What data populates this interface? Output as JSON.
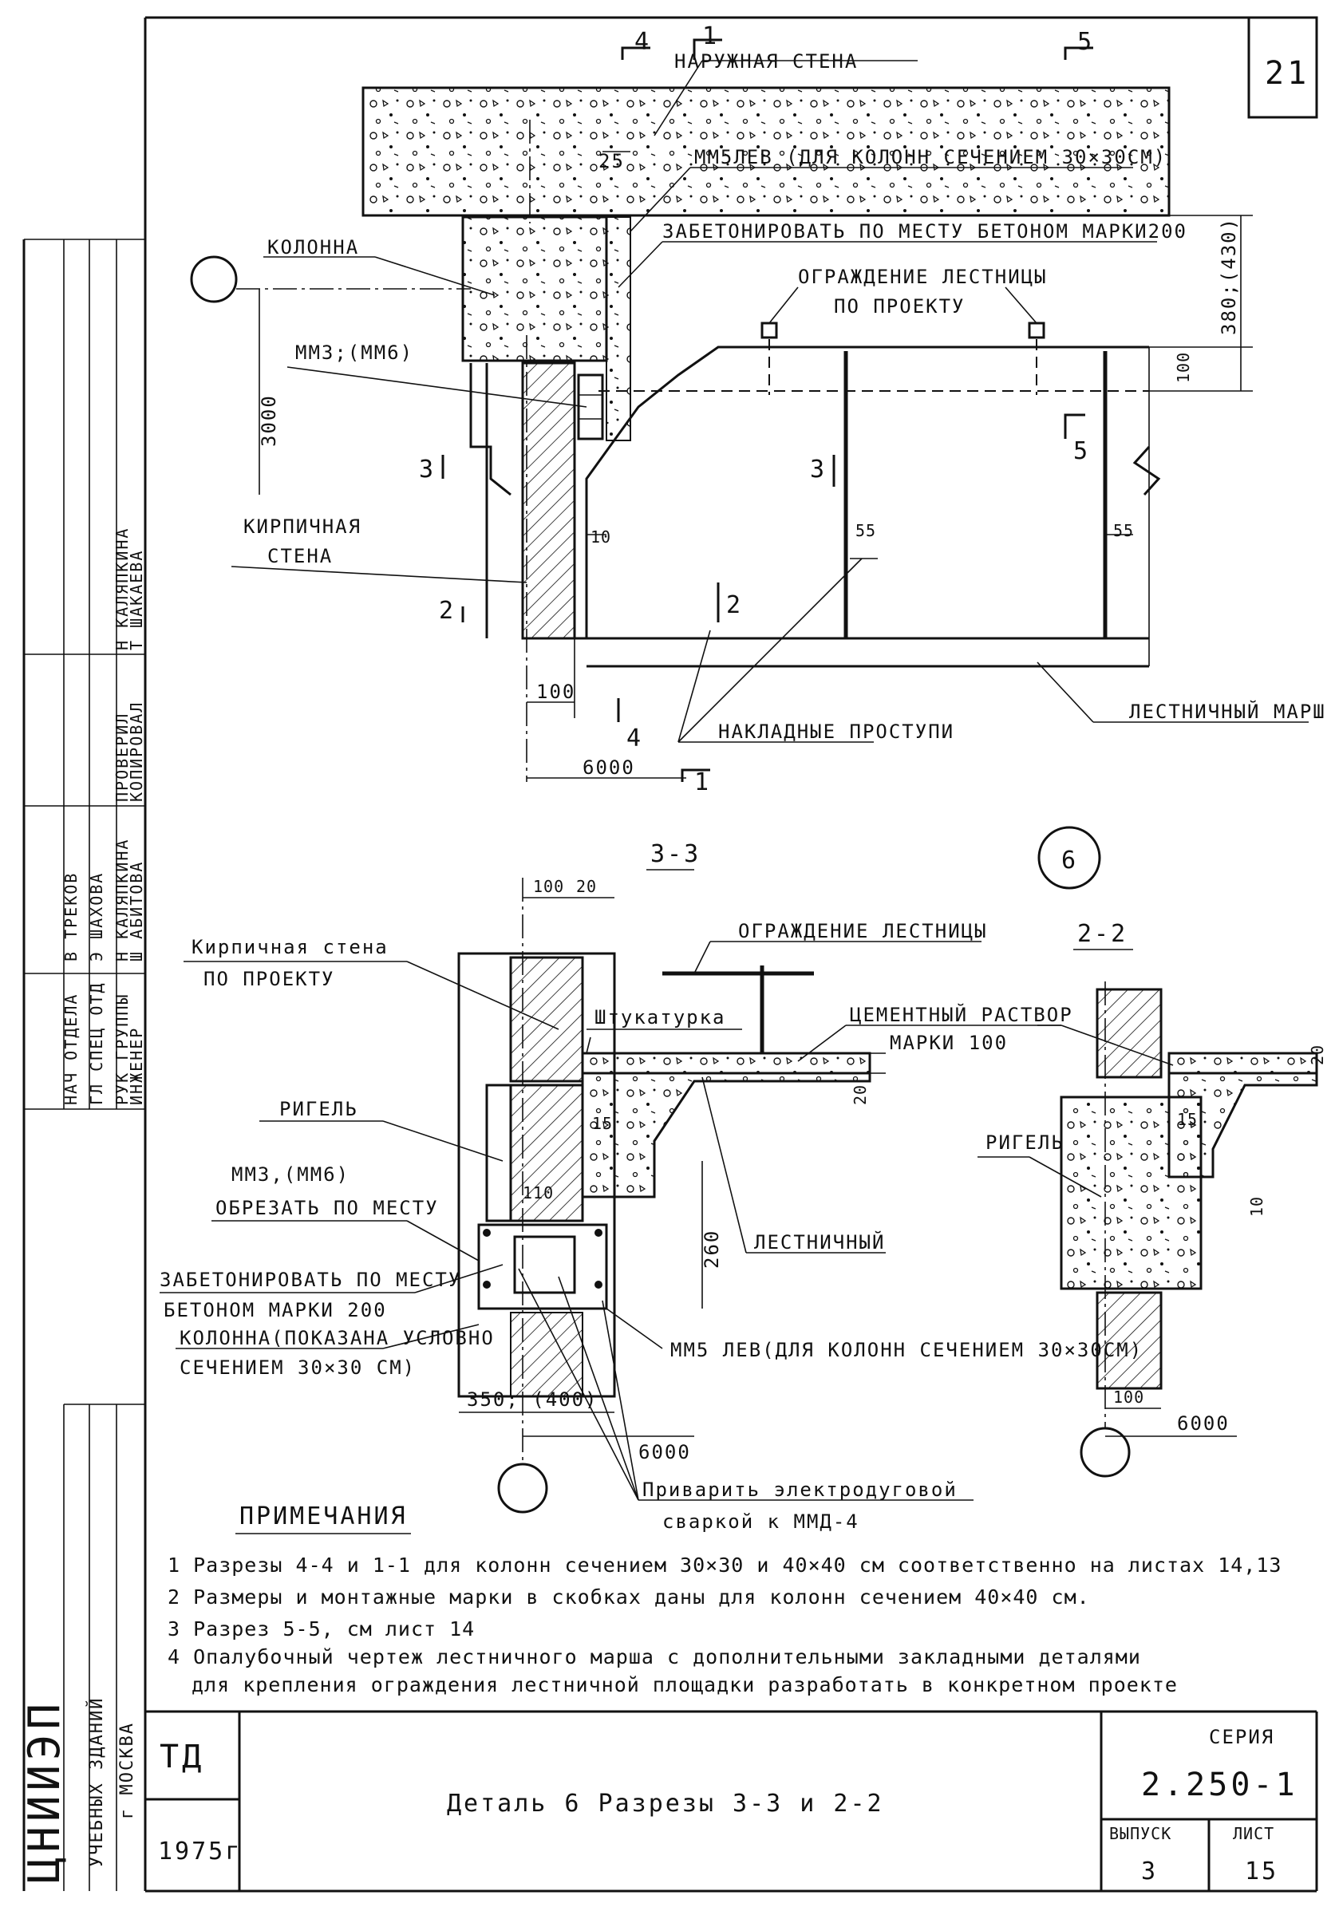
{
  "sheet_corner_number": "21",
  "plan": {
    "section_marks": [
      "4",
      "1",
      "5",
      "3",
      "3",
      "5",
      "2",
      "2",
      "4",
      "1"
    ],
    "labels": {
      "outer_wall": "НАРУЖНАЯ СТЕНА",
      "mm5": "ММ5ЛЕВ (ДЛЯ КОЛОНН СЕЧЕНИЕМ 30×30СМ)",
      "column": "КОЛОННА",
      "concrete_fill": "ЗАБЕТОНИРОВАТЬ ПО МЕСТУ БЕТОНОМ МАРКИ200",
      "railing_1": "ОГРАЖДЕНИЕ ЛЕСТНИЦЫ",
      "railing_2": "ПО ПРОЕКТУ",
      "mm3": "ММ3;(ММ6)",
      "brick_wall_1": "КИРПИЧНАЯ",
      "brick_wall_2": "СТЕНА",
      "stair_flight": "ЛЕСТНИЧНЫЙ МАРШ",
      "treads": "НАКЛАДНЫЕ ПРОСТУПИ"
    },
    "dimensions": {
      "d25": "25",
      "d3000": "3000",
      "d380": "380;(430)",
      "d100r": "100",
      "d10": "10",
      "d55a": "55",
      "d55b": "55",
      "d100": "100",
      "d6000": "6000"
    }
  },
  "detail_number": "6",
  "section33": {
    "title": "3-3",
    "labels": {
      "brick_wall_1": "Кирпичная стена",
      "brick_wall_2": "ПО ПРОЕКТУ",
      "railing": "ОГРАЖДЕНИЕ ЛЕСТНИЦЫ",
      "plaster": "Штукатурка",
      "mortar_1": "ЦЕМЕНТНЫЙ РАСТВОР",
      "mortar_2": "МАРКИ 100",
      "girder": "РИГЕЛЬ",
      "mm3_1": "ММ3,(ММ6)",
      "mm3_2": "ОБРЕЗАТЬ ПО МЕСТУ",
      "stair": "ЛЕСТНИЧНЫЙ",
      "concrete_1": "ЗАБЕТОНИРОВАТЬ ПО МЕСТУ",
      "concrete_2": "БЕТОНОМ МАРКИ 200",
      "mm5": "ММ5 ЛЕВ(ДЛЯ КОЛОНН СЕЧЕНИЕМ 30×30СМ)",
      "column_1": "КОЛОННА(ПОКАЗАНА УСЛОВНО",
      "column_2": "СЕЧЕНИЕМ 30×30 СМ)",
      "weld_1": "Приварить электродуговой",
      "weld_2": "сваркой к ММД-4"
    },
    "dimensions": {
      "d100": "100",
      "d20": "20",
      "d20b": "20",
      "d15": "15",
      "d110": "110",
      "d260": "260",
      "d350": "350; (400)",
      "d6000": "6000"
    }
  },
  "section22": {
    "title": "2-2",
    "labels": {
      "girder": "РИГЕЛЬ"
    },
    "dimensions": {
      "d20": "20",
      "d15": "15",
      "d10": "10",
      "d100": "100",
      "d6000": "6000"
    }
  },
  "notes": {
    "heading": "ПРИМЕЧАНИЯ",
    "items": [
      "1 Разрезы 4-4 и 1-1 для колонн сечением 30×30 и 40×40 см соответственно на листах 14,13",
      "2 Размеры и монтажные марки в скобках даны для колонн сечением 40×40 см.",
      "3 Разрез 5-5, см лист 14",
      "4 Опалубочный чертеж лестничного марша с дополнительными закладными деталями",
      "для крепления ограждения лестничной площадки разработать в конкретном проекте"
    ]
  },
  "sidebar": {
    "org_logo": "ЦНИИЭП",
    "org_line1": "УЧЕБНЫХ ЗДАНИЙ",
    "org_line2": "г МОСКВА",
    "roles": [
      "НАЧ ОТДЕЛА",
      "ГЛ СПЕЦ ОТД",
      "РУК ГРУППЫ",
      "ИНЖЕНЕР"
    ],
    "names_a": [
      "В ТРЕКОВ",
      "Э ШАХОВА",
      "Н КАЛЯПКИНА",
      "Ш АБИТОВА"
    ],
    "roles_b": [
      "ПРОВЕРИЛ",
      "КОПИРОВАЛ"
    ],
    "names_b": [
      "Н КАЛЯПКИНА",
      "Т ШАКАЕВА"
    ]
  },
  "title_block": {
    "code": "ТД",
    "year": "1975г",
    "title": "Деталь 6 Разрезы 3-3 и 2-2",
    "series_label": "СЕРИЯ",
    "series": "2.250-1",
    "issue_label": "ВЫПУСК",
    "issue": "3",
    "sheet_label": "ЛИСТ",
    "sheet": "15"
  }
}
